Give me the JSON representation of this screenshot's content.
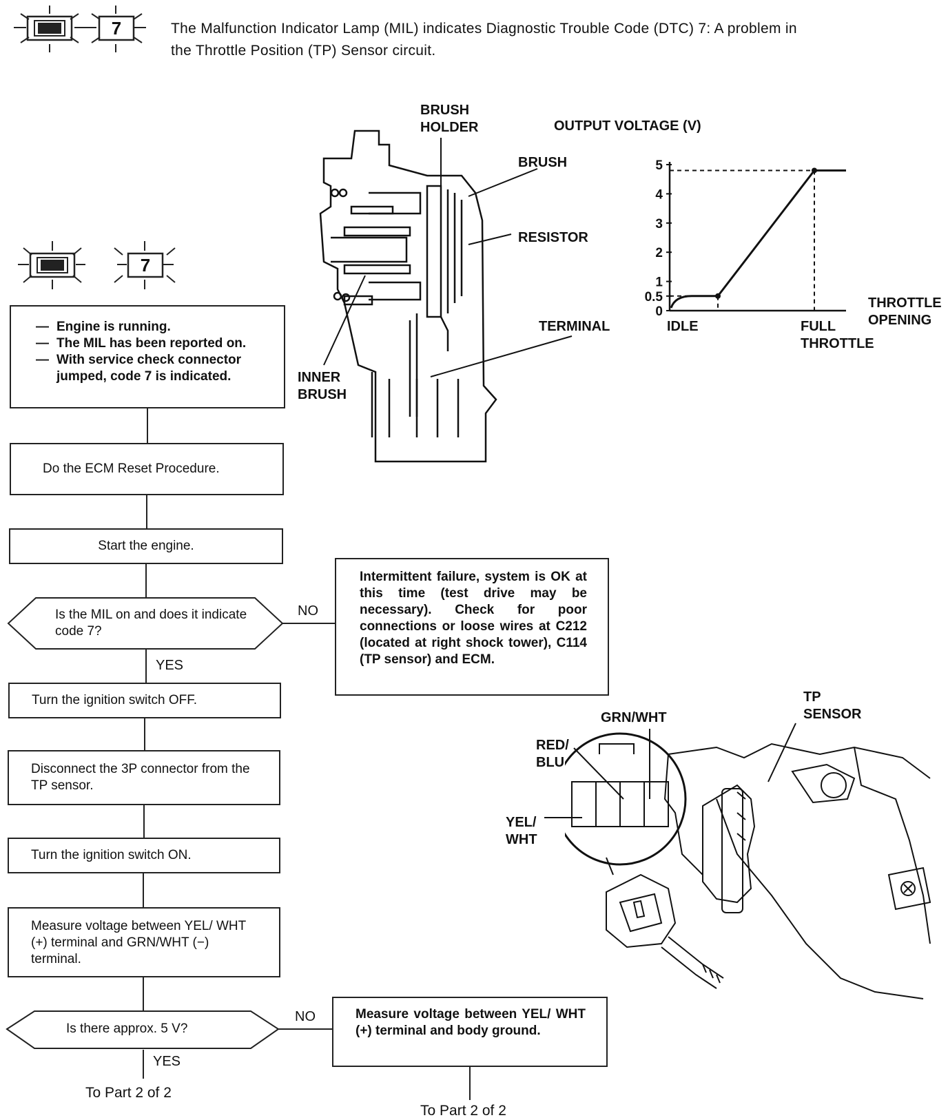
{
  "header": {
    "badge_number": "7",
    "text_line1": "The Malfunction Indicator Lamp (MIL) indicates Diagnostic Trouble Code (DTC) 7: A problem in",
    "text_line2": "the Throttle Position (TP) Sensor circuit."
  },
  "side_badge": {
    "number": "7"
  },
  "sensor_diagram": {
    "labels": {
      "brush_holder_1": "BRUSH",
      "brush_holder_2": "HOLDER",
      "brush": "BRUSH",
      "resistor": "RESISTOR",
      "terminal": "TERMINAL",
      "inner_brush_1": "INNER",
      "inner_brush_2": "BRUSH"
    }
  },
  "voltage_graph": {
    "title": "OUTPUT VOLTAGE (V)",
    "x_label_1": "THROTTLE",
    "x_label_2": "OPENING",
    "idle_label": "IDLE",
    "full_label_1": "FULL",
    "full_label_2": "THROTTLE"
  },
  "chart_data": {
    "type": "line",
    "title": "OUTPUT VOLTAGE (V)",
    "xlabel": "THROTTLE OPENING",
    "ylabel": "OUTPUT VOLTAGE (V)",
    "x_tick_labels": [
      "IDLE",
      "FULL THROTTLE"
    ],
    "y_ticks": [
      "0",
      "0.5",
      "1",
      "2",
      "3",
      "4",
      "5"
    ],
    "ylim": [
      0,
      5
    ],
    "series": [
      {
        "x": [
          "IDLE",
          "FULL THROTTLE"
        ],
        "values": [
          0.5,
          4.8
        ]
      }
    ]
  },
  "flow": {
    "conditions": [
      "Engine is running.",
      "The MIL has been reported on.",
      "With service check connector jumped, code 7 is indicated."
    ],
    "step_ecm_reset": "Do the ECM Reset Procedure.",
    "step_start": "Start the engine.",
    "decision1": "Is the MIL on and does it indicate code 7?",
    "no_label_1": "NO",
    "yes_label_1": "YES",
    "intermittent": "Intermittent failure, system is OK at this time (test drive may be necessary). Check for poor connections or loose wires at C212 (located at right shock tower), C114 (TP sensor) and ECM.",
    "step_ign_off": "Turn the ignition switch OFF.",
    "step_disconnect": "Disconnect the 3P connector from the TP sensor.",
    "step_ign_on": "Turn the ignition switch ON.",
    "step_measure1": "Measure voltage between YEL/ WHT (+) terminal and GRN/WHT (−) terminal.",
    "decision2": "Is there approx. 5 V?",
    "no_label_2": "NO",
    "yes_label_2": "YES",
    "step_measure2": "Measure voltage between YEL/ WHT (+) terminal and body ground.",
    "to_part2_left": "To Part 2 of 2",
    "to_part2_right": "To Part 2 of 2"
  },
  "engine_diagram": {
    "labels": {
      "tp_sensor_1": "TP",
      "tp_sensor_2": "SENSOR",
      "grn_wht": "GRN/WHT",
      "red_blu_1": "RED/",
      "red_blu_2": "BLU",
      "yel_wht_1": "YEL/",
      "yel_wht_2": "WHT"
    }
  }
}
